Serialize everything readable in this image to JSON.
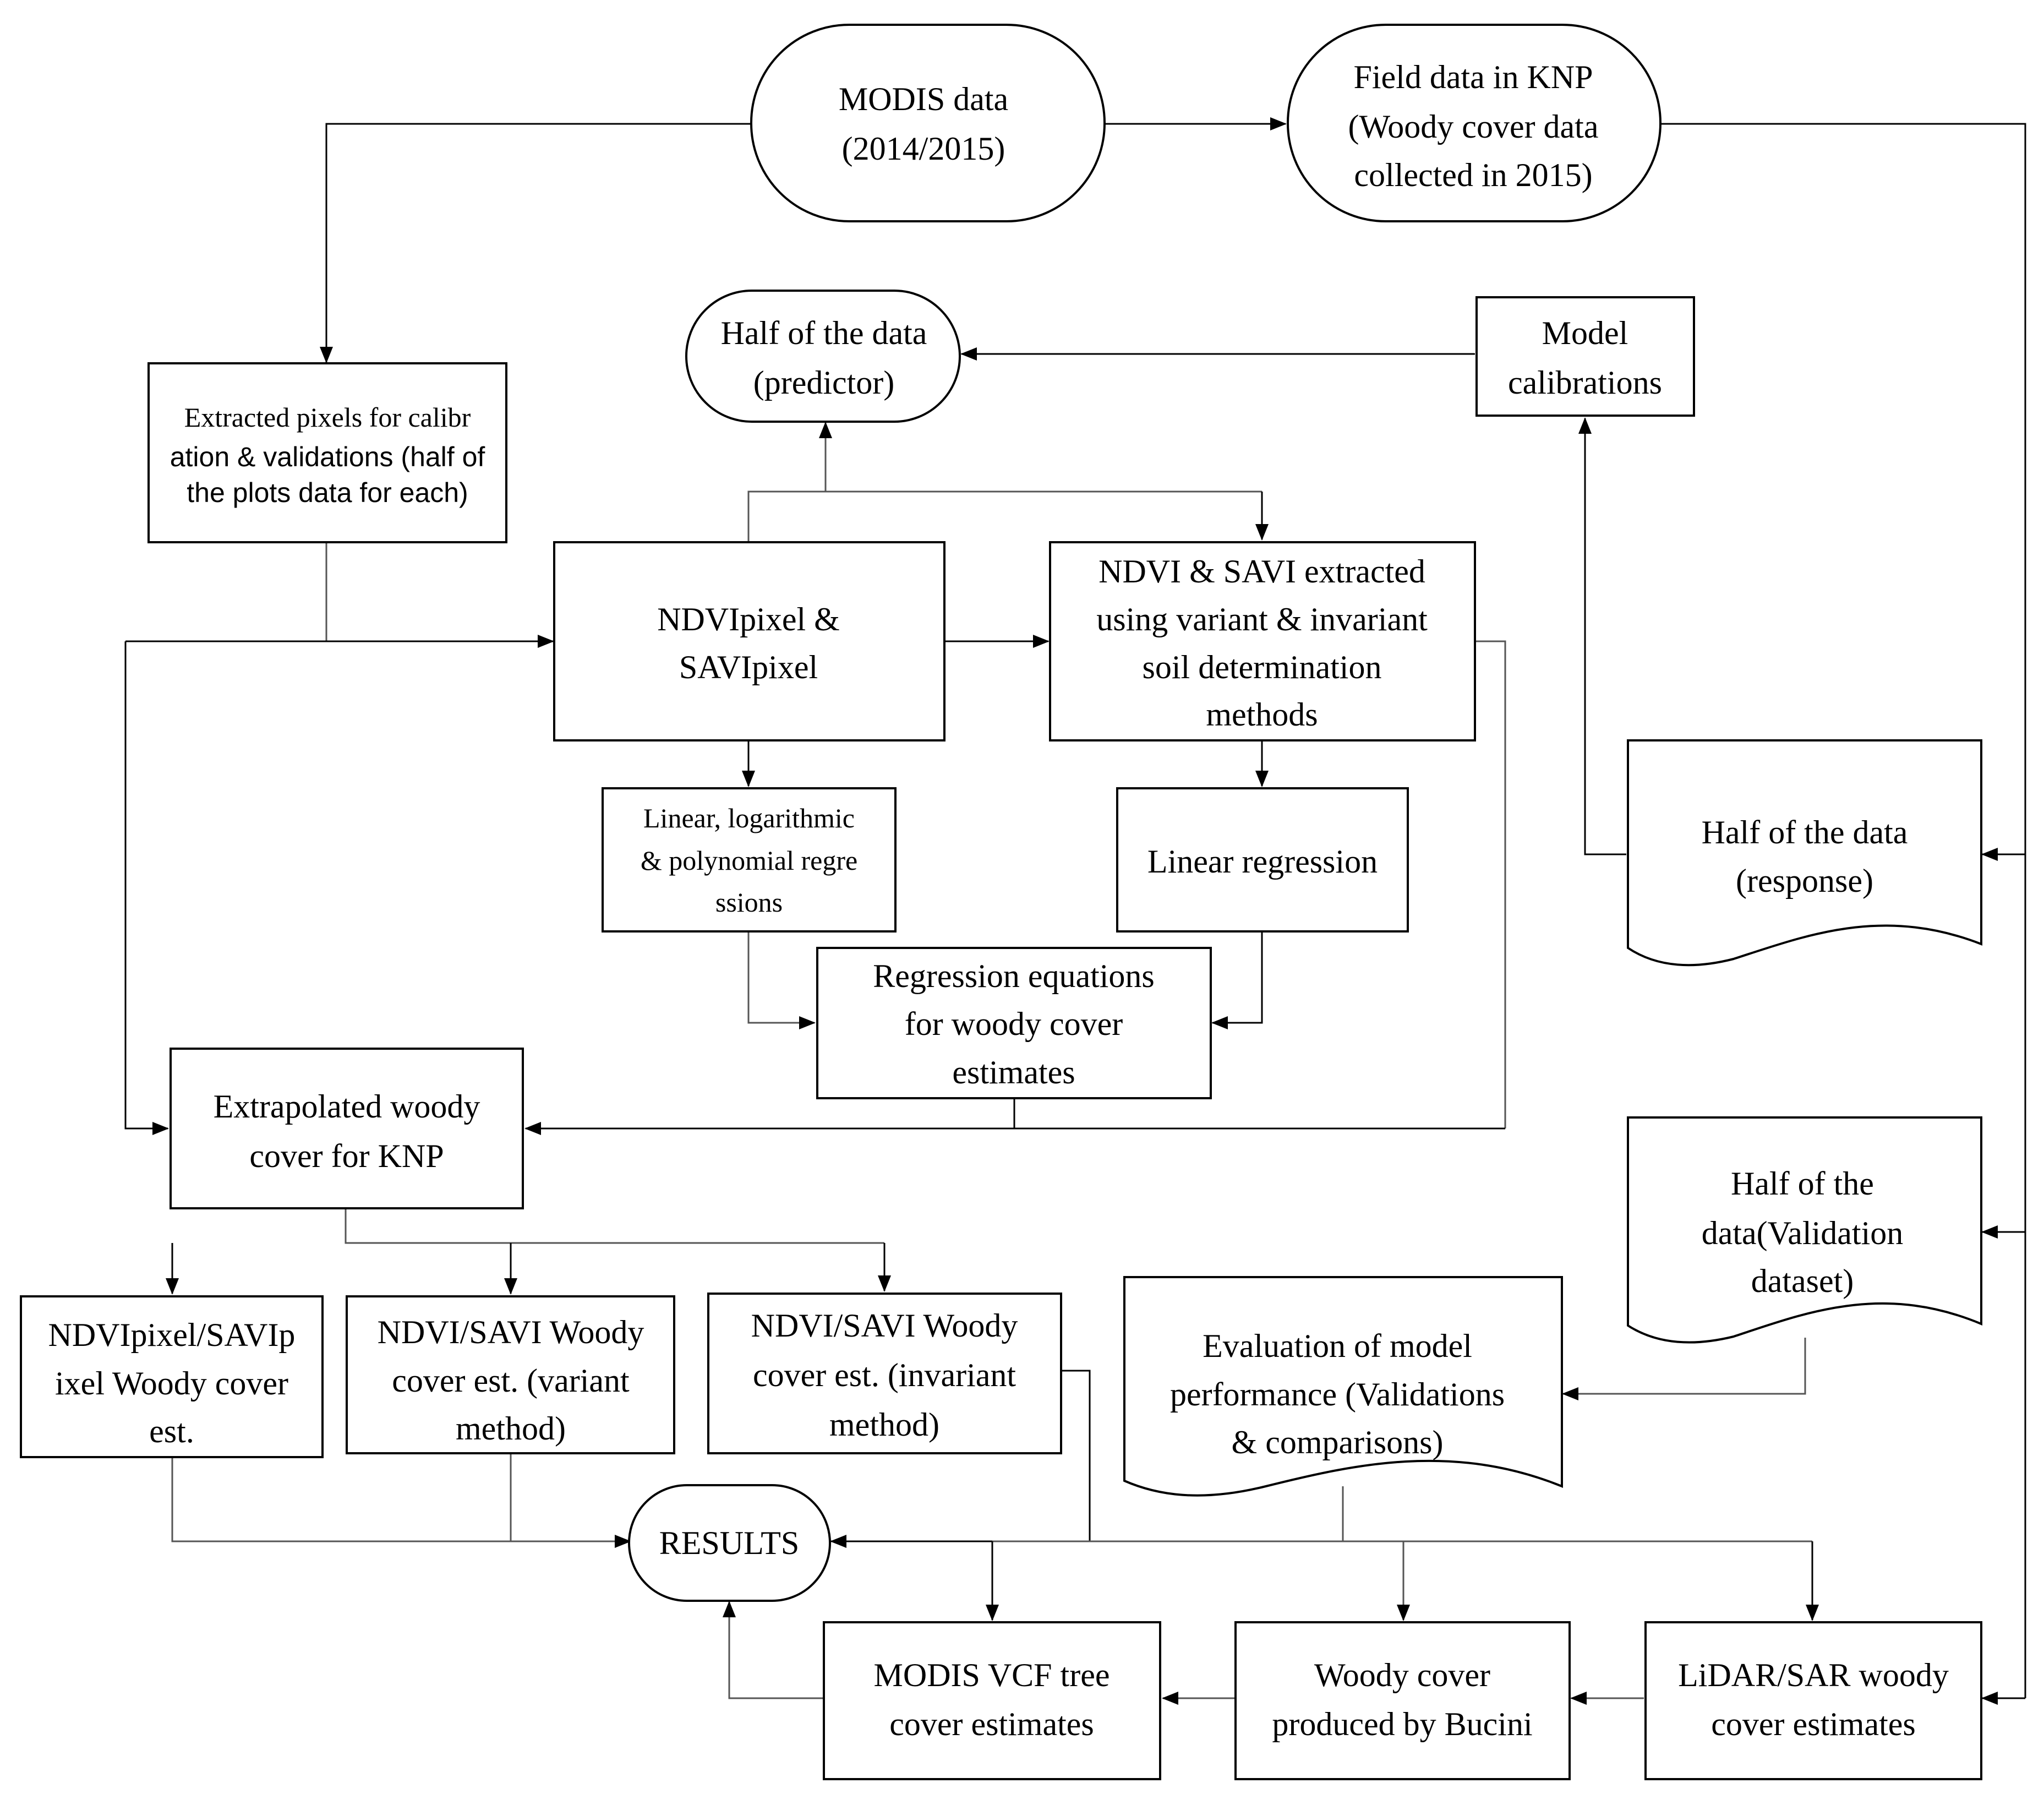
{
  "nodes": {
    "modis_data": [
      "MODIS  data",
      "(2014/2015)"
    ],
    "field_data": [
      "Field data in KNP",
      "(Woody cover data",
      "collected in 2015)"
    ],
    "half_predictor": [
      "Half of the data",
      "(predictor)"
    ],
    "model_calibrations": [
      "Model",
      "calibrations"
    ],
    "extracted_pixels": [
      "Extracted  pixels for calibr",
      "ation & validations (half of",
      "the plots data for each)"
    ],
    "ndvi_savi_pixel": [
      "NDVIpixel &",
      "SAVIpixel"
    ],
    "ndvi_savi_extracted": [
      "NDVI & SAVI extracted",
      "using variant & invariant",
      "soil determination",
      "methods"
    ],
    "half_response": [
      "Half of the data",
      "(response)"
    ],
    "linear_log_poly": [
      "Linear, logarithmic",
      "& polynomial regre",
      "ssions"
    ],
    "linear_regression": [
      "Linear regression"
    ],
    "regression_equations": [
      "Regression equations",
      "for woody cover",
      "estimates"
    ],
    "extrapolated": [
      "Extrapolated woody",
      "cover for KNP"
    ],
    "half_validation": [
      "Half of the",
      "data(Validation",
      "dataset)"
    ],
    "pixel_woody_est": [
      "NDVIpixel/SAVIp",
      "ixel Woody cover",
      "est."
    ],
    "variant_woody_est": [
      "NDVI/SAVI Woody",
      "cover est. (variant",
      "method)"
    ],
    "invariant_woody_est": [
      "NDVI/SAVI Woody",
      "cover est. (invariant",
      "method)"
    ],
    "evaluation": [
      "Evaluation of model",
      "performance (Validations",
      "& comparisons)"
    ],
    "results": [
      "RESULTS"
    ],
    "modis_vcf": [
      "MODIS VCF tree",
      "cover estimates"
    ],
    "bucini": [
      "Woody cover",
      "produced by Bucini"
    ],
    "lidar_sar": [
      "LiDAR/SAR woody",
      "cover estimates"
    ]
  }
}
